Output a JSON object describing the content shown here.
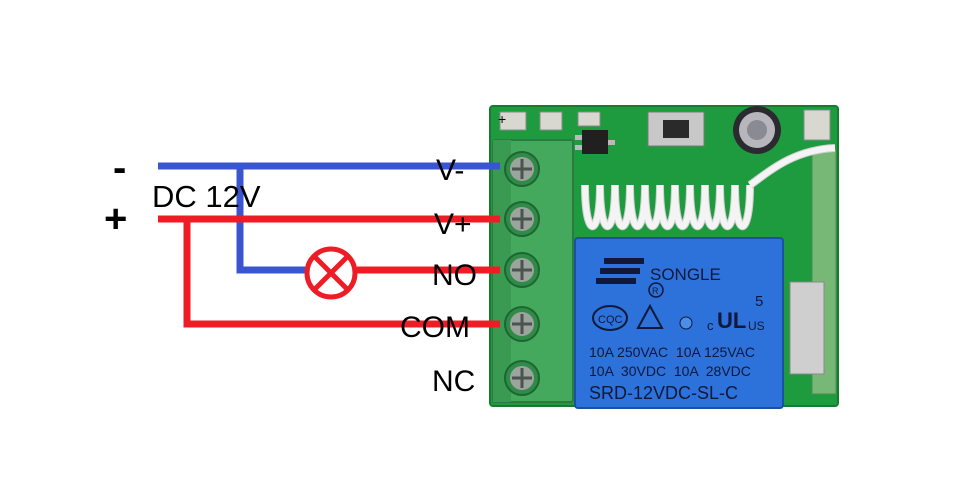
{
  "power": {
    "minus_sign": "-",
    "plus_sign": "+",
    "voltage_label": "DC 12V"
  },
  "terminals": [
    {
      "id": "v-minus",
      "label": "V-"
    },
    {
      "id": "v-plus",
      "label": "V+"
    },
    {
      "id": "no",
      "label": "NO"
    },
    {
      "id": "com",
      "label": "COM"
    },
    {
      "id": "nc",
      "label": "NC"
    }
  ],
  "board": {
    "silkscreen_plus": "+",
    "relay": {
      "brand": "SONGLE",
      "mark_cqc": "CQC",
      "mark_r": "R",
      "mark_c": "c",
      "mark_us": "US",
      "mark_5": "5",
      "rating_line_1": "10A 250VAC  10A 125VAC",
      "rating_line_2": "10A  30VDC  10A  28VDC",
      "model": "SRD-12VDC-SL-C"
    }
  },
  "colors": {
    "negative_wire": "#3a55d0",
    "positive_wire": "#ee1c25",
    "pcb_green": "#1d9a3e",
    "terminal_green": "#3fa75a",
    "relay_blue": "#2a6fd6"
  }
}
